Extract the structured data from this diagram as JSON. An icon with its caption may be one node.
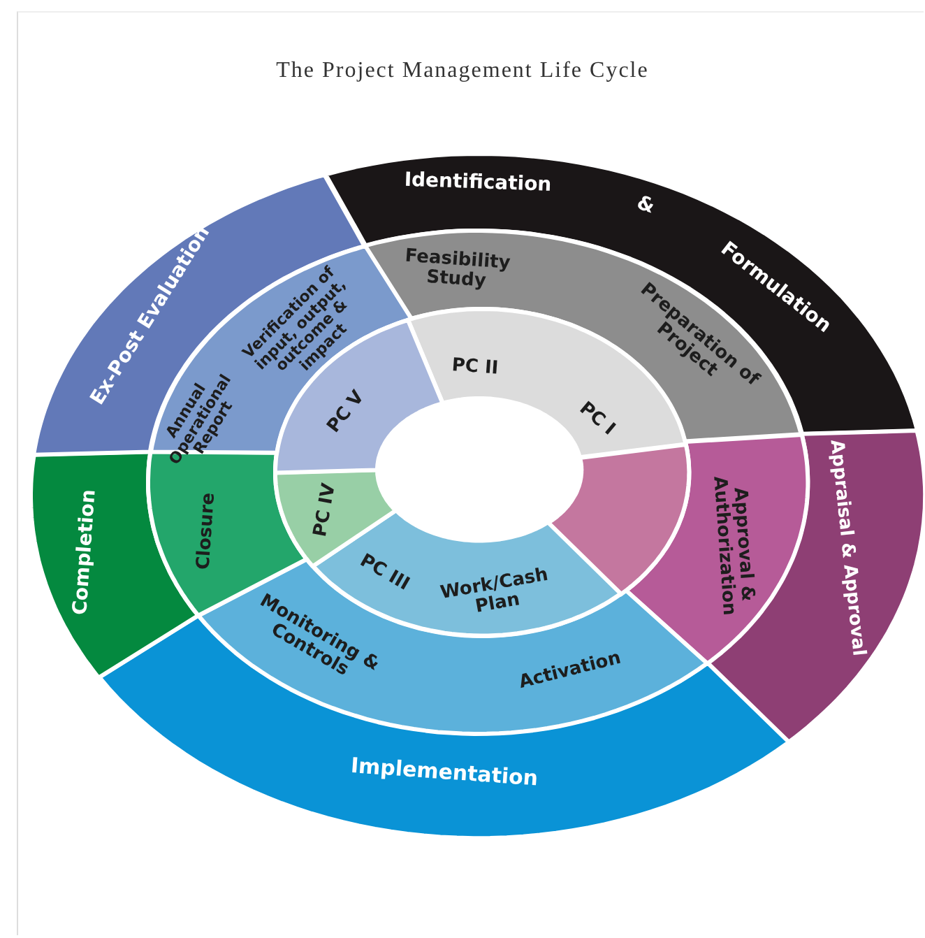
{
  "diagram": {
    "title": "The Project Management Life Cycle",
    "nodes": [
      {
        "text": [
          "Identification",
          "&",
          "Formulation"
        ]
      },
      {
        "text": [
          "Appraisal & Approval"
        ]
      },
      {
        "text": [
          "Implementation"
        ]
      },
      {
        "text": [
          "Completion"
        ]
      },
      {
        "text": [
          "Ex-Post Evaluation"
        ]
      },
      {
        "text": [
          "Feasibility Study",
          "Preparation of Project"
        ]
      },
      {
        "text": [
          "Approval & Authorization"
        ]
      },
      {
        "text": [
          "Monitoring & Controls",
          "Activation"
        ]
      },
      {
        "text": [
          "Closure"
        ]
      },
      {
        "text": [
          "Annual Operational Report",
          "Verification of input, output, outcome & impact"
        ]
      },
      {
        "text": [
          "PC II",
          "PC I"
        ]
      },
      {
        "text": [],
        "shape": "sector"
      },
      {
        "text": [
          "PC III",
          "Work/Cash Plan"
        ]
      },
      {
        "text": [
          "PC IV"
        ]
      },
      {
        "text": [
          "PC V"
        ]
      }
    ],
    "edges": []
  }
}
